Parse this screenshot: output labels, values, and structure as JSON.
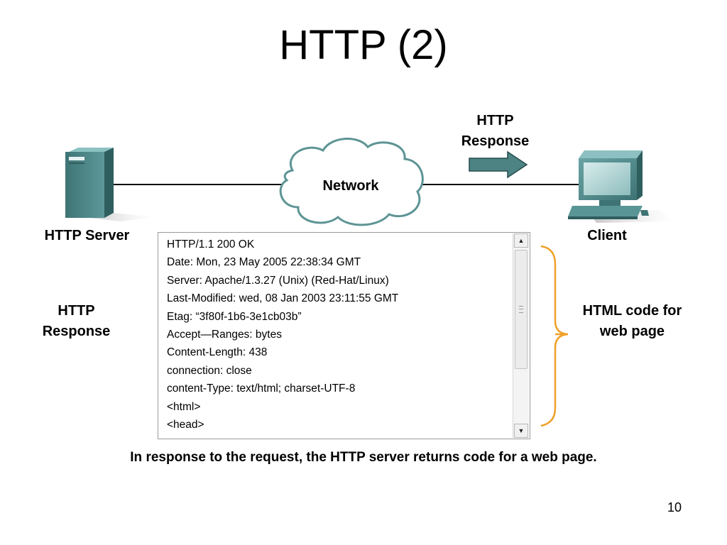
{
  "title": "HTTP (2)",
  "server": {
    "label": "HTTP Server"
  },
  "network": {
    "label": "Network"
  },
  "client": {
    "label": "Client"
  },
  "arrow": {
    "label_line1": "HTTP",
    "label_line2": "Response"
  },
  "left_note": {
    "line1": "HTTP",
    "line2": "Response"
  },
  "right_note": {
    "line1": "HTML code for",
    "line2": "web page"
  },
  "code_lines": [
    "HTTP/1.1 200 OK",
    "Date: Mon, 23 May 2005 22:38:34 GMT",
    "Server: Apache/1.3.27 (Unix) (Red-Hat/Linux)",
    "Last-Modified: wed, 08 Jan 2003 23:11:55 GMT",
    "Etag: “3f80f-1b6-3e1cb03b”",
    "Accept—Ranges: bytes",
    "Content-Length: 438",
    "connection: close",
    "content-Type: text/html; charset-UTF-8",
    "<html>",
    "<head>"
  ],
  "caption": "In response to the request,  the HTTP server returns code for a web page.",
  "page_number": "10",
  "colors": {
    "device": "#4f8a8b",
    "arrow": "#4e8384",
    "bracket": "#f0a028",
    "line": "#000000"
  }
}
